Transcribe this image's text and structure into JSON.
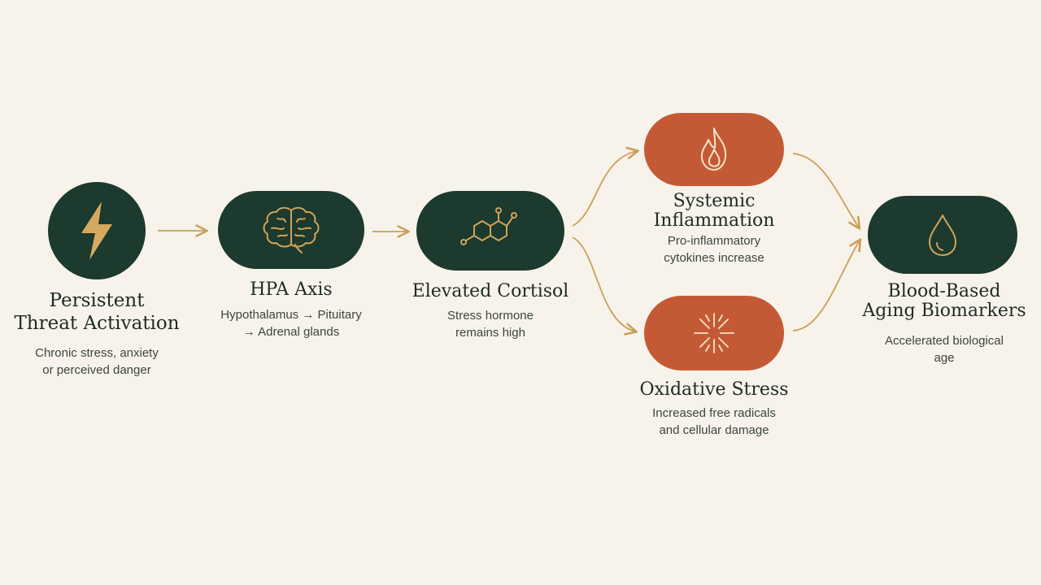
{
  "colors": {
    "background": "#f7f3ea",
    "dark_node": "#1c3a2d",
    "rust_node": "#c45a35",
    "gold": "#cfa25a",
    "arrow": "#c9a05a"
  },
  "nodes": [
    {
      "id": "threat",
      "icon": "lightning-bolt-icon",
      "title_lines": [
        "Persistent",
        "Threat Activation"
      ],
      "desc_lines": [
        "Chronic stress, anxiety",
        "or perceived danger"
      ]
    },
    {
      "id": "hpa",
      "icon": "brain-icon",
      "title_lines": [
        "HPA Axis"
      ],
      "desc_lines": [
        "Hypothalamus → Pituitary",
        "→ Adrenal glands"
      ]
    },
    {
      "id": "cortisol",
      "icon": "molecule-icon",
      "title_lines": [
        "Elevated Cortisol"
      ],
      "desc_lines": [
        "Stress hormone",
        "remains high"
      ]
    },
    {
      "id": "inflammation",
      "icon": "flame-icon",
      "title_lines": [
        "Systemic",
        "Inflammation"
      ],
      "desc_lines": [
        "Pro-inflammatory",
        "cytokines increase"
      ]
    },
    {
      "id": "oxidative",
      "icon": "burst-icon",
      "title_lines": [
        "Oxidative Stress"
      ],
      "desc_lines": [
        "Increased free radicals",
        "and cellular damage"
      ]
    },
    {
      "id": "biomarkers",
      "icon": "droplet-icon",
      "title_lines": [
        "Blood-Based",
        "Aging Biomarkers"
      ],
      "desc_lines": [
        "Accelerated biological",
        "age"
      ]
    }
  ],
  "edges": [
    {
      "from": "threat",
      "to": "hpa"
    },
    {
      "from": "hpa",
      "to": "cortisol"
    },
    {
      "from": "cortisol",
      "to": "inflammation"
    },
    {
      "from": "cortisol",
      "to": "oxidative"
    },
    {
      "from": "inflammation",
      "to": "biomarkers"
    },
    {
      "from": "oxidative",
      "to": "biomarkers"
    }
  ]
}
